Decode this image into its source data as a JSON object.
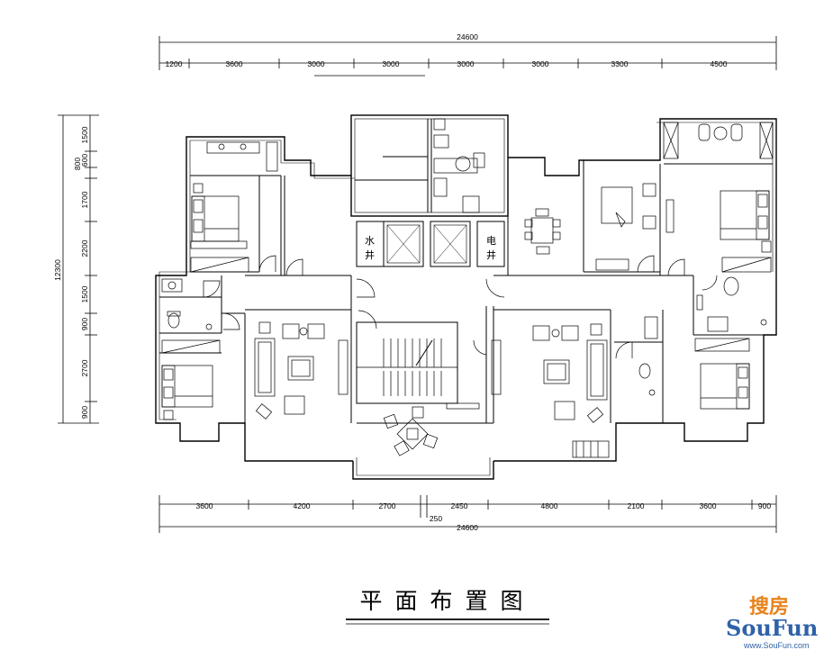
{
  "title": "平面布置图",
  "room_labels": {
    "water_shaft": [
      "水",
      "井"
    ],
    "electric_shaft": [
      "电",
      "井"
    ]
  },
  "top_dimensions": {
    "total": "24600",
    "segments": [
      "1200",
      "3600",
      "3000",
      "3000",
      "3000",
      "3000",
      "3300",
      "4500"
    ]
  },
  "bottom_dimensions": {
    "segments": [
      "3600",
      "4200",
      "2700",
      "2450",
      "4800",
      "2100",
      "3600",
      "900"
    ],
    "small": "250",
    "total": "24600"
  },
  "left_dimensions": {
    "total": "12300",
    "segments": [
      "1500",
      "600",
      "800",
      "1700",
      "2200",
      "1500",
      "900",
      "2700",
      "900"
    ]
  },
  "watermark": {
    "cn": "搜房",
    "en": "SouFun",
    "url": "www.SouFun.com"
  },
  "colors": {
    "line": "#000000",
    "watermark_blue": "#2f62a8",
    "watermark_orange": "#e8831a"
  }
}
